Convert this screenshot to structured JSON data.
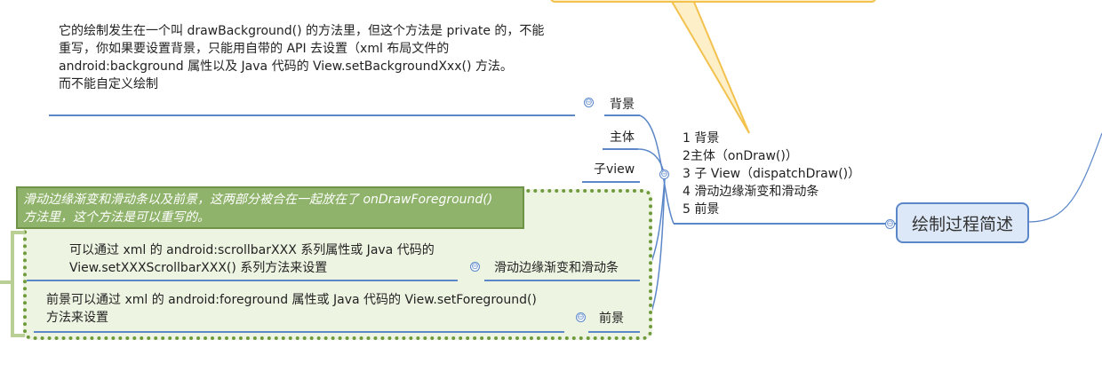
{
  "root": {
    "label": "绘制过程简述"
  },
  "summary": [
    "1 背景",
    "2主体（onDraw()）",
    "3 子 View（dispatchDraw()）",
    "4 滑动边缘渐变和滑动条",
    "5 前景"
  ],
  "branches": {
    "background": {
      "label": "背景",
      "note": [
        "它的绘制发生在一个叫 drawBackground() 的方法里，但这个方法是 private 的，不能",
        "重写，你如果要设置背景，只能用自带的 API 去设置（xml 布局文件的",
        "android:background 属性以及 Java 代码的 View.setBackgroundXxx() 方法。",
        "而不能自定义绘制"
      ]
    },
    "main": {
      "label": "主体"
    },
    "child": {
      "label": "子view"
    },
    "group_note": [
      "滑动边缘渐变和滑动条以及前景，这两部分被合在一起放在了 onDrawForeground()",
      "方法里，这个方法是可以重写的。"
    ],
    "scrollbar": {
      "label": "滑动边缘渐变和滑动条",
      "note": [
        "可以通过 xml 的 android:scrollbarXXX 系列属性或 Java 代码的",
        "View.setXXXScrollbarXXX() 系列方法来设置"
      ]
    },
    "foreground": {
      "label": "前景",
      "note": [
        "前景可以通过 xml 的 android:foreground 属性或 Java 代码的 View.setForeground()",
        "方法来设置"
      ]
    }
  },
  "icons": {
    "collapse": "⊖"
  },
  "colors": {
    "line": "#5b87c9",
    "callout_border": "#f2c14e",
    "group_border": "#6f9a3c",
    "group_fill": "#eef4e2"
  }
}
